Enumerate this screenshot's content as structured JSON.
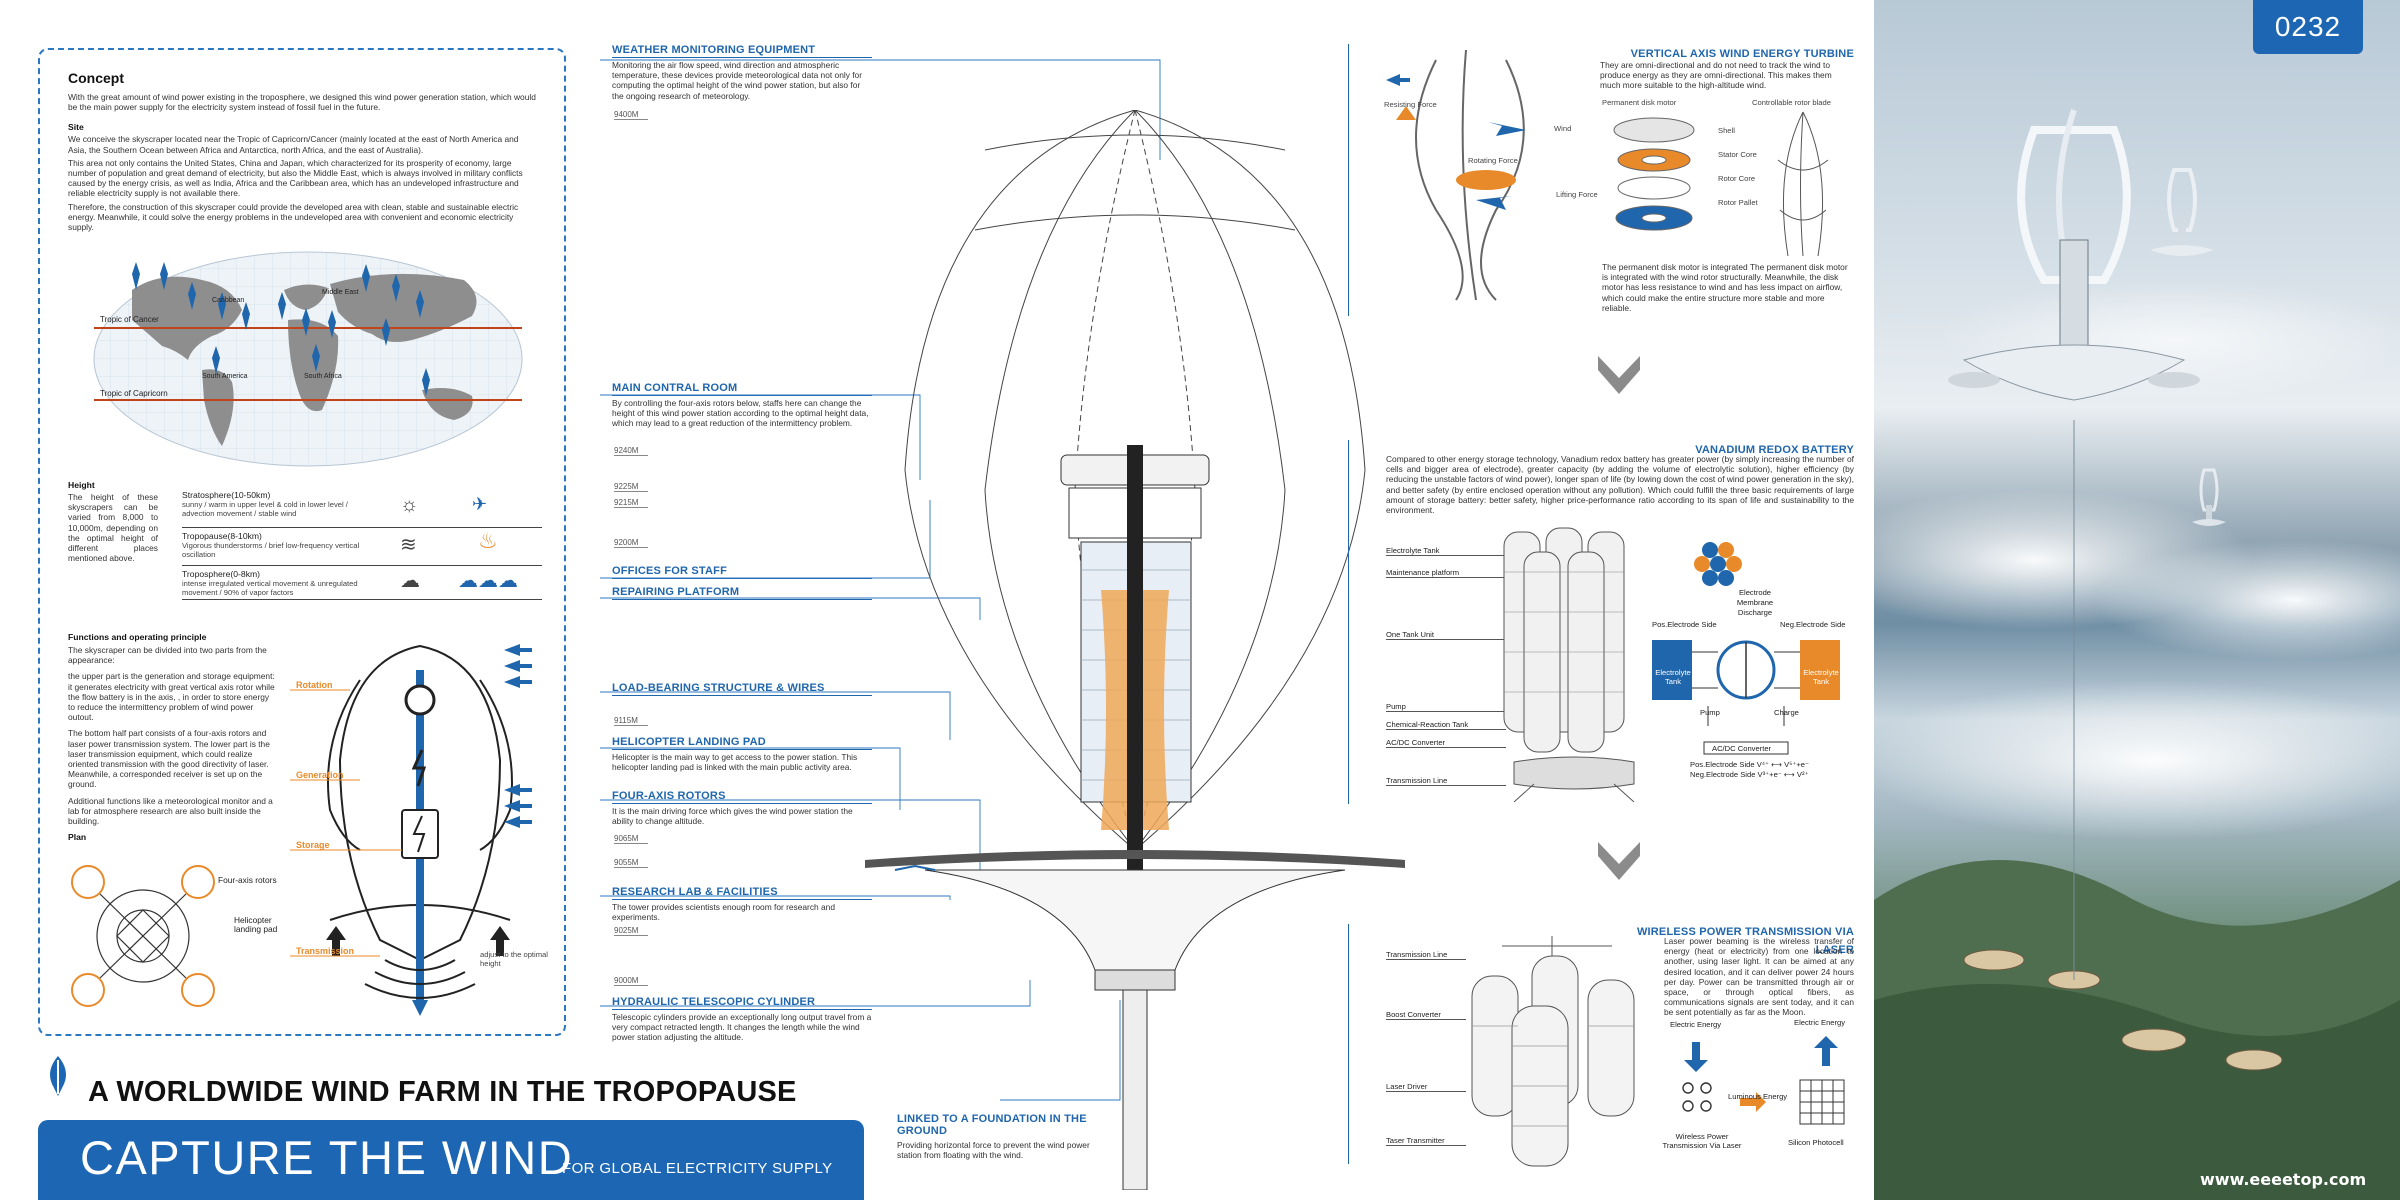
{
  "concept": {
    "title": "Concept",
    "intro": "With the great amount of wind power existing in the troposphere, we designed this wind power generation station, which would be the main power supply for the electricity system instead of fossil fuel in the future.",
    "site_title": "Site",
    "site_p1": "We conceive the skyscraper located near the Tropic of Capricorn/Cancer (mainly located at the east of North America and Asia, the Southern Ocean between Africa and Antarctica, north Africa, and the east of Australia).",
    "site_p2": "This area not only contains the United States, China and Japan, which characterized for its prosperity of economy, large number of population and great demand of electricity, but also the Middle East, which is always involved in military conflicts caused by the energy crisis, as well as India, Africa and the Caribbean area, which has an undeveloped infrastructure and reliable electricity supply is not available there.",
    "site_p3": "Therefore, the construction of this skyscraper could provide the developed area with clean, stable and sustainable electric energy. Meanwhile, it could solve the energy problems in the undeveloped area with convenient and economic electricity supply.",
    "map_labels": {
      "cancer": "Tropic of Cancer",
      "capricorn": "Tropic of Capricorn",
      "middle_east": "Middle East",
      "caribbean": "Caribbean",
      "south_america": "South America",
      "south_africa": "South Africa"
    },
    "height_title": "Height",
    "height_text": "The height of these skyscrapers can be varied from 8,000 to 10,000m, depending on the optimal height of different places mentioned above.",
    "layers": [
      {
        "name": "Stratosphere(10-50km)",
        "desc": "sunny / warm in upper level & cold in lower level / advection movement / stable wind"
      },
      {
        "name": "Tropopause(8-10km)",
        "desc": "Vigorous thunderstorms / brief low-frequency vertical oscillation"
      },
      {
        "name": "Troposphere(0-8km)",
        "desc": "intense irregulated vertical movement & unregulated movement / 90% of vapor factors"
      }
    ],
    "functions_title": "Functions and operating principle",
    "functions_p1": "The skyscraper can be divided into two parts from the appearance:",
    "functions_p2": "the upper part is the generation and storage equipment: it generates electricity with great vertical axis rotor while the flow battery is in the axis, , in order to store energy to reduce the intermittency problem of wind power outout.",
    "functions_p3": "The bottom half part consists of a four-axis rotors and laser power transmission system. The lower part is the laser transmission equipment, which could realize oriented transmission with the good directivity of laser. Meanwhile, a corresponded receiver is set up on the ground.",
    "functions_p4": "Additional functions like a meteorological monitor and a lab for atmosphere research are also built inside the building.",
    "plan_title": "Plan",
    "plan_labels": {
      "rotors": "Four-axis rotors",
      "pad": "Helicopter landing pad"
    },
    "diagram_labels": {
      "rotation": "Rotation",
      "generation": "Generation",
      "storage": "Storage",
      "transmission": "Transmission",
      "adjust": "adjust to the optimal height"
    }
  },
  "banner": {
    "subtitle": "A WORLDWIDE WIND FARM IN THE TROPOPAUSE",
    "title": "CAPTURE THE WIND",
    "tagline": "FOR GLOBAL ELECTRICITY SUPPLY"
  },
  "sections": [
    {
      "title": "WEATHER MONITORING EQUIPMENT",
      "text": "Monitoring the air flow speed, wind direction and atmospheric temperature, these devices provide meteorological data not only for computing the optimal height of the wind power station, but also for the ongoing research of meteorology.",
      "alt": "9400M"
    },
    {
      "title": "MAIN CONTRAL ROOM",
      "text": "By controlling the four-axis rotors below, staffs here can change the height of this wind power station according to the optimal height data, which may lead to a great reduction of the intermittency problem.",
      "alt": "9240M"
    },
    {
      "title": "OFFICES FOR STAFF",
      "text": "",
      "alt": ""
    },
    {
      "title": "REPAIRING PLATFORM",
      "text": "",
      "alt": ""
    },
    {
      "title": "LOAD-BEARING STRUCTURE & WIRES",
      "text": "",
      "alt": ""
    },
    {
      "title": "HELICOPTER LANDING PAD",
      "text": "Helicopter is the main way to get access to the power station. This helicopter landing pad is linked with the main public activity area.",
      "alt": ""
    },
    {
      "title": "FOUR-AXIS ROTORS",
      "text": "It is the main driving force which gives the wind power station the ability to change altitude.",
      "alt": ""
    },
    {
      "title": "RESEARCH LAB & FACILITIES",
      "text": "The tower provides scientists enough room for research and experiments.",
      "alt": ""
    },
    {
      "title": "HYDRAULIC TELESCOPIC CYLINDER",
      "text": "Telescopic cylinders provide an exceptionally long output travel from a very compact retracted length. It changes the length while the wind power station adjusting the altitude.",
      "alt": ""
    },
    {
      "title": "LINKED TO A FOUNDATION IN THE GROUND",
      "text": "Providing horizontal force to prevent the wind power station from floating with the wind.",
      "alt": ""
    }
  ],
  "altitudes": [
    "9400M",
    "9240M",
    "9225M",
    "9215M",
    "9200M",
    "9115M",
    "9065M",
    "9055M",
    "9025M",
    "9000M"
  ],
  "turbine": {
    "title": "VERTICAL AXIS WIND ENERGY TURBINE",
    "text": "They are omni-directional and do not need to track the wind to produce energy as they are omni-directional. This makes them much more suitable to the high-altitude wind.",
    "forces": {
      "resisting": "Resisting Force",
      "wind": "Wind",
      "rotating": "Rotating Force",
      "lifting": "Lifting Force"
    },
    "motor_title": "Permanent disk motor",
    "blade_title": "Controllable rotor blade",
    "parts": [
      "Shell",
      "Stator Core",
      "Rotor Core",
      "Rotor Pallet"
    ],
    "motor_text": "The permanent disk motor is integrated The permanent disk motor is integrated with the wind rotor structurally. Meanwhile, the disk motor has less resistance to wind and has less impact on airflow, which could make the entire structure more stable and more reliable."
  },
  "battery": {
    "title": "VANADIUM REDOX BATTERY",
    "text": "Compared to other energy storage technology, Vanadium redox battery has greater power (by simply increasing the number of cells and bigger area of electrode), greater capacity (by adding the volume of electrolytic solution), higher efficiency (by reducing the unstable factors of wind power), longer span of life (by lowing down the cost of wind power generation in the sky), and better safety (by entire enclosed operation without any pollution). Which could fulfill the three basic requirements of large amount of storage battery: better safety, higher price-performance ratio according to its span of life and sustainability to the environment.",
    "left_labels": [
      "Electrolyte Tank",
      "Maintenance platform",
      "One Tank Unit",
      "Pump",
      "Chemical-Reaction Tank",
      "AC/DC Converter",
      "Transmission Line"
    ],
    "electrode": "Electrode",
    "membrane": "Membrane",
    "discharge": "Discharge",
    "pos_side": "Pos.Electrode Side",
    "neg_side": "Neg.Electrode Side",
    "tank": "Electrolyte Tank",
    "pump": "Pump",
    "charge": "Charge",
    "converter": "AC/DC Converter",
    "eq1": "Pos.Electrode Side   V⁴⁺ ⟷ V⁵⁺+e⁻",
    "eq2": "Neg.Electrode Side   V³⁺+e⁻ ⟷ V²⁺"
  },
  "laser": {
    "title": "WIRELESS POWER TRANSMISSION VIA LASER",
    "text": "Laser power beaming is the wireless transfer of energy (heat or electricity) from one location to another, using laser light. It can be aimed at any desired location, and it can deliver power 24 hours per day. Power can be transmitted through air or space, or through optical fibers, as communications signals are sent today, and it can be sent potentially as far as the Moon.",
    "left_labels": [
      "Transmission Line",
      "Boost Converter",
      "Laser Driver",
      "Taser Transmitter"
    ],
    "electric_energy": "Electric Energy",
    "luminous_energy": "Luminous Energy",
    "wireless_label": "Wireless Power Transmission Via Laser",
    "photocell": "Silicon Photocell"
  },
  "photo": {
    "code": "0232",
    "watermark": "www.eeeetop.com"
  },
  "colors": {
    "accent": "#1c66b4",
    "orange": "#e98a2a",
    "text": "#333333"
  }
}
